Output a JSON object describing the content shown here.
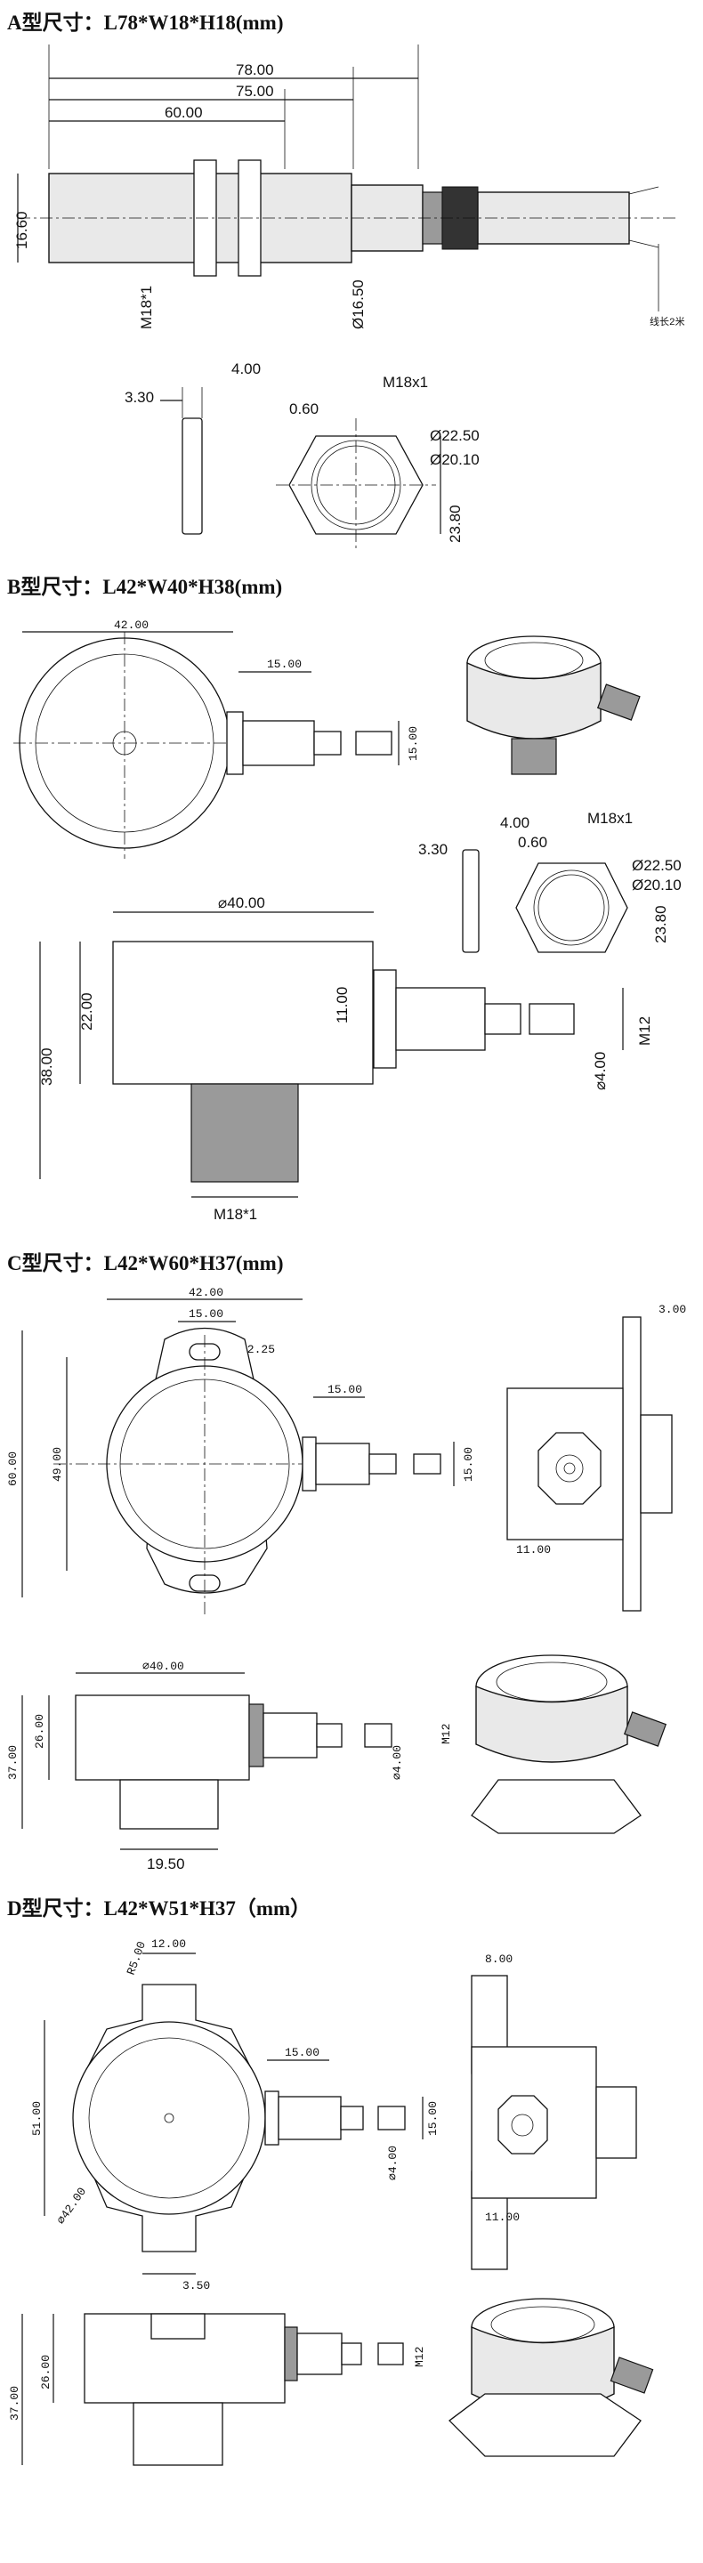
{
  "sections": [
    {
      "id": "A",
      "title": "A型尺寸：L78*W18*H18(mm)"
    },
    {
      "id": "B",
      "title": "B型尺寸：L42*W40*H38(mm)"
    },
    {
      "id": "C",
      "title": "C型尺寸：L42*W60*H37(mm)"
    },
    {
      "id": "D",
      "title": "D型尺寸：L42*W51*H37（mm）"
    }
  ],
  "dims": {
    "a": {
      "len78": "78.00",
      "len75": "75.00",
      "len60": "60.00",
      "h16_60": "16.60",
      "m18": "M18*1",
      "d16_50": "Ø16.50",
      "cable": "线长2米",
      "n4": "4.00",
      "n3_30": "3.30",
      "n0_60": "0.60",
      "m18x1": "M18x1",
      "d22_50": "Ø22.50",
      "d20_10": "Ø20.10",
      "h23_80": "23.80"
    },
    "b": {
      "w42": "42.00",
      "w15": "15.00",
      "h15": "15.00",
      "n4": "4.00",
      "n3_30": "3.30",
      "n0_60": "0.60",
      "m18x1": "M18x1",
      "d22_50": "Ø22.50",
      "d20_10": "Ø20.10",
      "h23_80": "23.80",
      "d40": "⌀40.00",
      "h38": "38.00",
      "h22": "22.00",
      "h11": "11.00",
      "m12": "M12",
      "d4": "⌀4.00",
      "m18": "M18*1"
    },
    "c": {
      "w42": "42.00",
      "w15": "15.00",
      "r225": "R2.25",
      "h60": "60.00",
      "h49": "49.00",
      "w15b": "15.00",
      "h15": "15.00",
      "n3": "3.00",
      "n11": "11.00",
      "d40": "⌀40.00",
      "h37": "37.00",
      "h26": "26.00",
      "m12": "M12",
      "d4": "⌀4.00",
      "w19_5": "19.50"
    },
    "d": {
      "w12": "12.00",
      "r": "R5.00",
      "w15": "15.00",
      "h51": "51.00",
      "h15": "15.00",
      "d4": "⌀4.00",
      "d42": "⌀42.00",
      "w3_5": "3.50",
      "n8": "8.00",
      "n11": "11.00",
      "h37": "37.00",
      "h26": "26.00",
      "m12": "M12"
    }
  }
}
